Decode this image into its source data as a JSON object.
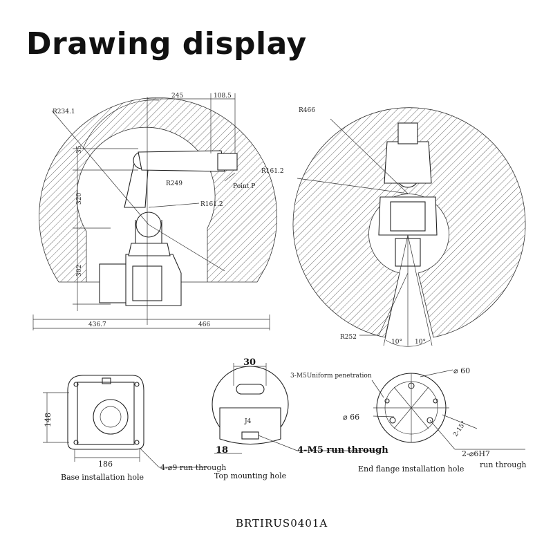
{
  "title": "Drawing display",
  "model_code": "BRTIRUS0401A",
  "colors": {
    "ink": "#222222",
    "hatch": "#444444",
    "background": "#ffffff"
  },
  "side_view": {
    "dims": {
      "d245": "245",
      "d108_5": "108.5",
      "r234_1": "R234.1",
      "d35": "35",
      "r249": "R249",
      "point_p": "Point P",
      "d320": "320",
      "r161_2": "R161.2",
      "d302": "302",
      "d436_7": "436.7",
      "d466": "466"
    }
  },
  "top_view": {
    "dims": {
      "r466": "R466",
      "r161_2": "R161.2",
      "r252": "R252",
      "angle_left": "10°",
      "angle_right": "10°"
    }
  },
  "base_view": {
    "dims": {
      "d148": "148",
      "d186": "186",
      "hole_note": "4-⌀9 run through"
    },
    "caption": "Base installation hole"
  },
  "top_mount_view": {
    "dims": {
      "d30": "30",
      "d18": "18",
      "hole_note": "4-M5 run through",
      "mark": "J4"
    },
    "caption": "Top mounting hole"
  },
  "flange_view": {
    "dims": {
      "note_m5": "3-M5Uniform penetration",
      "d60": "⌀ 60",
      "d66": "⌀ 66",
      "angle": "2-15°",
      "pin_note": "2-⌀6H7",
      "pin_note2": "run through"
    },
    "caption": "End flange installation hole"
  }
}
